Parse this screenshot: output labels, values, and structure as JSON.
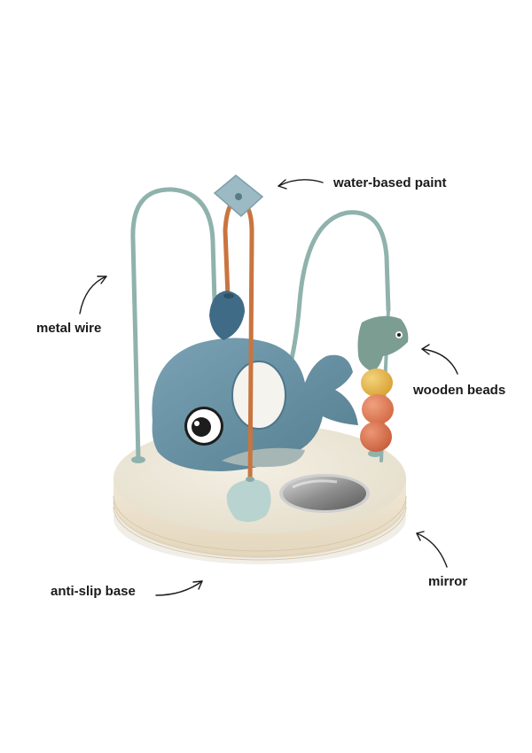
{
  "callouts": {
    "paint": "water-based paint",
    "wire": "metal wire",
    "beads": "wooden beads",
    "base": "anti-slip base",
    "mirror": "mirror"
  },
  "colors": {
    "background": "#ffffff",
    "base_top": "#ece7d8",
    "base_side": "#f3ead9",
    "whale": "#6d95a8",
    "wire": "#8fb2ad",
    "orange_wire": "#c9753f",
    "bead_yellow": "#e6b84a",
    "bead_orange": "#e27f5a",
    "label_text": "#1a1a1a"
  }
}
